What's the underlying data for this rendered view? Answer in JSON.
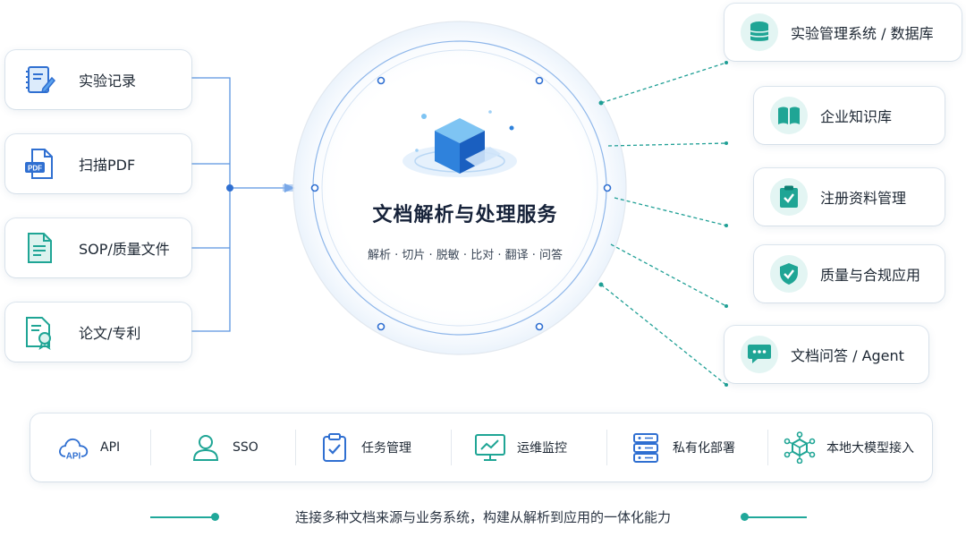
{
  "sources": [
    {
      "label": "实验记录",
      "icon": "notebook-pen-icon"
    },
    {
      "label": "扫描PDF",
      "icon": "pdf-file-icon"
    },
    {
      "label": "SOP/质量文件",
      "icon": "document-icon"
    },
    {
      "label": "论文/专利",
      "icon": "certificate-document-icon"
    }
  ],
  "center": {
    "title": "文档解析与处理服务",
    "subtitle": "解析 · 切片 · 脱敏 · 比对 · 翻译 · 问答"
  },
  "targets": [
    {
      "label": "实验管理系统 / 数据库",
      "icon": "database-icon"
    },
    {
      "label": "企业知识库",
      "icon": "open-book-icon"
    },
    {
      "label": "注册资料管理",
      "icon": "clipboard-check-icon"
    },
    {
      "label": "质量与合规应用",
      "icon": "shield-check-icon"
    },
    {
      "label": "文档问答 / Agent",
      "icon": "chat-bubble-icon"
    }
  ],
  "features": [
    {
      "label": "API",
      "icon": "cloud-api-icon",
      "icon_text": "API"
    },
    {
      "label": "SSO",
      "icon": "user-icon"
    },
    {
      "label": "任务管理",
      "icon": "task-clipboard-icon"
    },
    {
      "label": "运维监控",
      "icon": "monitor-chart-icon"
    },
    {
      "label": "私有化部署",
      "icon": "server-icon"
    },
    {
      "label": "本地大模型接入",
      "icon": "network-cube-icon"
    }
  ],
  "footer": "连接多种文档来源与业务系统，构建从解析到应用的一体化能力",
  "colors": {
    "accent_blue": "#3a82e0",
    "accent_teal": "#1fa595",
    "text": "#1d2733"
  }
}
